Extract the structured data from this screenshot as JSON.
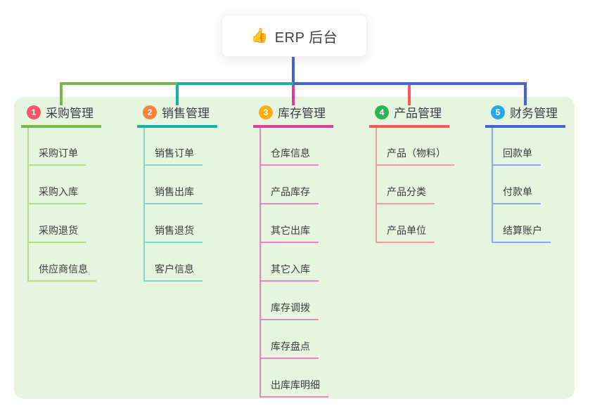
{
  "root": {
    "icon": "👍",
    "title": "ERP 后台"
  },
  "branches": [
    {
      "index": "1",
      "label": "采购管理",
      "color": "#7ab648",
      "light_color": "#b7db90",
      "badge_color": "#f4566c",
      "items": [
        "采购订单",
        "采购入库",
        "采购退货",
        "供应商信息"
      ]
    },
    {
      "index": "2",
      "label": "销售管理",
      "color": "#16b1a9",
      "light_color": "#82d4cc",
      "badge_color": "#f6823b",
      "items": [
        "销售订单",
        "销售出库",
        "销售退货",
        "客户信息"
      ]
    },
    {
      "index": "3",
      "label": "库存管理",
      "color": "#e03c9c",
      "light_color": "#ef82c0",
      "badge_color": "#fbae15",
      "items": [
        "仓库信息",
        "产品库存",
        "其它出库",
        "其它入库",
        "库存调拨",
        "库存盘点",
        "出库库明细"
      ]
    },
    {
      "index": "4",
      "label": "产品管理",
      "color": "#fa5557",
      "light_color": "#f79b9b",
      "badge_color": "#2db357",
      "items": [
        "产品（物料）",
        "产品分类",
        "产品单位"
      ]
    },
    {
      "index": "5",
      "label": "财务管理",
      "color": "#4463d7",
      "light_color": "#92a9e9",
      "badge_color": "#2ba7e1",
      "items": [
        "回款单",
        "付款单",
        "结算账户"
      ]
    }
  ],
  "colors": {
    "panel_background": "#e5f5e0",
    "root_connector": "#4a61d6",
    "trunk_left": "#7ab648",
    "trunk_middle": "#16b1a9",
    "trunk_right": "#4463d7",
    "text": "#3c3c3c",
    "card_background": "#ffffff"
  }
}
